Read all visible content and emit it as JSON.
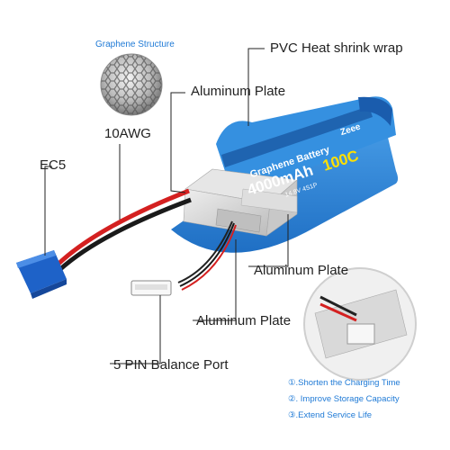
{
  "labels": {
    "graphene_structure": "Graphene Structure",
    "pvc_wrap": "PVC Heat shrink wrap",
    "aluminum_plate_top": "Aluminum Plate",
    "awg": "10AWG",
    "ec5": "EC5",
    "aluminum_plate_right": "Aluminum Plate",
    "aluminum_plate_bottom": "Aluminum Plate",
    "balance_port": "5 PIN Balance Port"
  },
  "battery": {
    "brand_text": "Graphene Battery",
    "capacity_text": "4000mAh",
    "rate_text": "100C",
    "logo_text": "Zeee",
    "spec_text": "14.8V 4S1P"
  },
  "features": [
    "①.Shorten the Charging Time",
    "②. Improve Storage Capacity",
    "③.Extend Service Life"
  ],
  "colors": {
    "accent_blue": "#1f7ad6",
    "battery_blue": "#2f86d9",
    "wire_red": "#d42020",
    "connector_blue": "#1e62c8",
    "aluminum": "#d7d7d7"
  }
}
